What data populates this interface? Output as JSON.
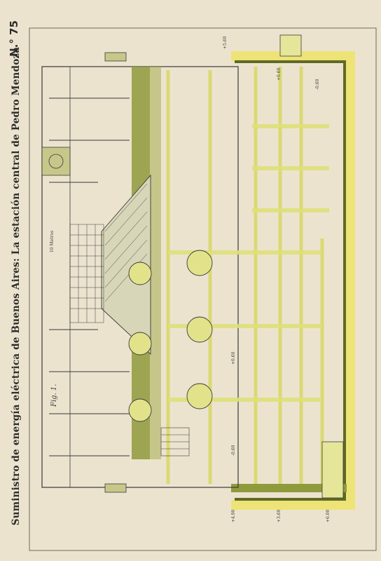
{
  "plate": {
    "number": "N.° 75",
    "title": "Suministro de energía eléctrica de Buenos Aires: La estación central de Pedro Mendoza",
    "figure_label": "Fig. 1.",
    "scale_label": "10 Metros"
  },
  "elevation_marks": [
    "+5.60",
    "+0.60",
    "+0.60",
    "-0.60",
    "-0.60",
    "+3.60",
    "+4.90",
    "+6.00"
  ],
  "colors": {
    "paper": "#ece3cf",
    "ink": "#2b2b2b",
    "yellow_pipe": "#dfe07a",
    "olive_wall": "#8f9a3c",
    "dark_olive": "#5f6a24",
    "border_yellow": "#efe35a"
  }
}
